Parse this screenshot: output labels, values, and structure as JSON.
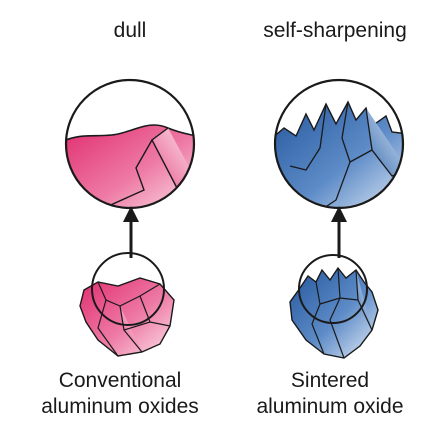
{
  "left_panel": {
    "top_label": "dull",
    "bottom_label_line1": "Conventional",
    "bottom_label_line2": "aluminum oxides",
    "grain_color": "#e43a77"
  },
  "right_panel": {
    "top_label": "self-sharpening",
    "bottom_label_line1": "Sintered",
    "bottom_label_line2": "aluminum oxide",
    "grain_color": "#2f66ad"
  }
}
